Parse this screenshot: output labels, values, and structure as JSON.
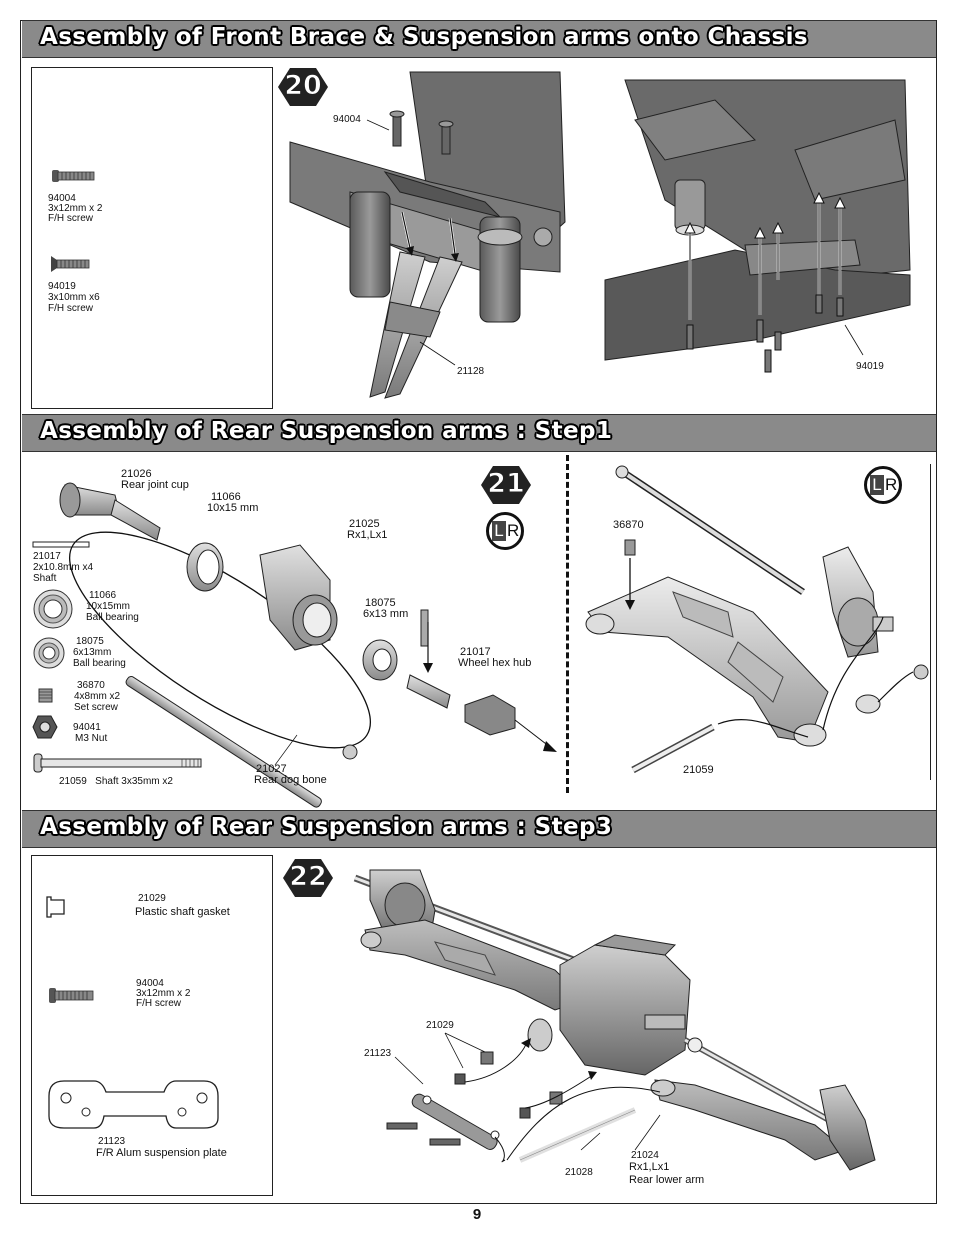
{
  "sections": {
    "s1": {
      "title": "Assembly of Front Brace & Suspension arms onto Chassis",
      "step": "20"
    },
    "s2": {
      "title": "Assembly of Rear Suspension arms : Step1",
      "step": "21"
    },
    "s3": {
      "title": "Assembly of Rear Suspension arms : Step3",
      "step": "22"
    }
  },
  "s1_parts": {
    "p1": {
      "code": "94004",
      "spec": "3x12mm x 2",
      "desc": "F/H screw"
    },
    "p2": {
      "code": "94019",
      "spec": "3x10mm x6",
      "desc": "F/H screw"
    }
  },
  "s1_callouts": {
    "a": "94004",
    "b": "21128",
    "c": "94019"
  },
  "s2_parts": {
    "shaft": {
      "code": "21017",
      "spec": "2x10.8mm x4",
      "desc": "Shaft"
    },
    "bb1": {
      "code": "11066",
      "spec": "10x15mm",
      "desc": "Ball bearing"
    },
    "bb2": {
      "code": "18075",
      "spec": "6x13mm",
      "desc": "Ball bearing"
    },
    "set": {
      "code": "36870",
      "spec": "4x8mm x2",
      "desc": "Set screw"
    },
    "nut": {
      "code": "94041",
      "desc": "M3 Nut"
    },
    "shaft2": {
      "code": "21059",
      "desc": "Shaft   3x35mm x2"
    }
  },
  "s2_callouts": {
    "cup_code": "21026",
    "cup_desc": "Rear joint cup",
    "bb_code": "11066",
    "bb_desc": "10x15 mm",
    "hub_code": "21025",
    "hub_desc": "Rx1,Lx1",
    "b6_code": "18075",
    "b6_desc": "6x13 mm",
    "hex_code": "21017",
    "hex_desc": "Wheel hex hub",
    "dog_code": "21027",
    "dog_desc": "Rear dog bone",
    "set_code": "36870",
    "pin_code": "21059",
    "side_l": "L",
    "side_r": "R"
  },
  "s3_parts": {
    "gasket": {
      "code": "21029",
      "desc": "Plastic shaft gasket"
    },
    "screw": {
      "code": "94004",
      "spec": "3x12mm x 2",
      "desc": "F/H screw"
    },
    "plate": {
      "code": "21123",
      "desc": "F/R Alum suspension plate"
    }
  },
  "s3_callouts": {
    "g": "21029",
    "p": "21123",
    "s": "21028",
    "arm_code": "21024",
    "arm_spec": "Rx1,Lx1",
    "arm_desc": "Rear lower arm"
  },
  "page_number": "9"
}
